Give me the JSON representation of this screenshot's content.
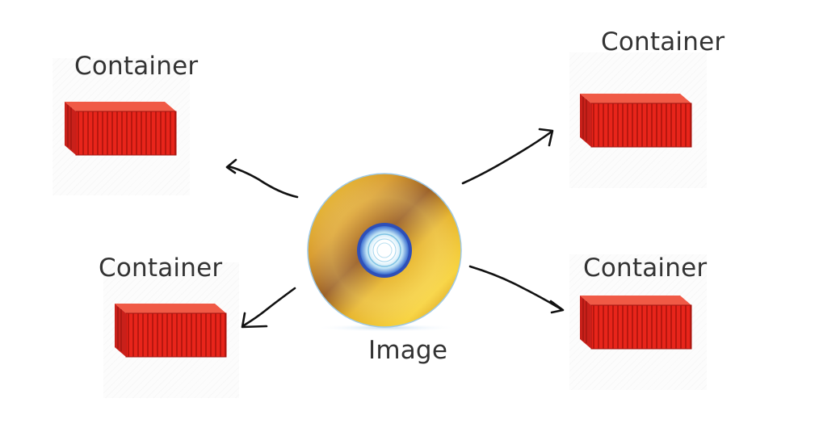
{
  "diagram": {
    "image_label": "Image",
    "containers": [
      {
        "label": "Container"
      },
      {
        "label": "Container"
      },
      {
        "label": "Container"
      },
      {
        "label": "Container"
      }
    ],
    "colors": {
      "container_red": "#e8251b",
      "container_dark": "#b8170f",
      "container_light": "#f25a45",
      "disc_gold": "#e9b526",
      "disc_brown": "#9a5e24",
      "hub_blue": "#4a7fd8",
      "arrow": "#111111",
      "text": "#333333"
    }
  }
}
